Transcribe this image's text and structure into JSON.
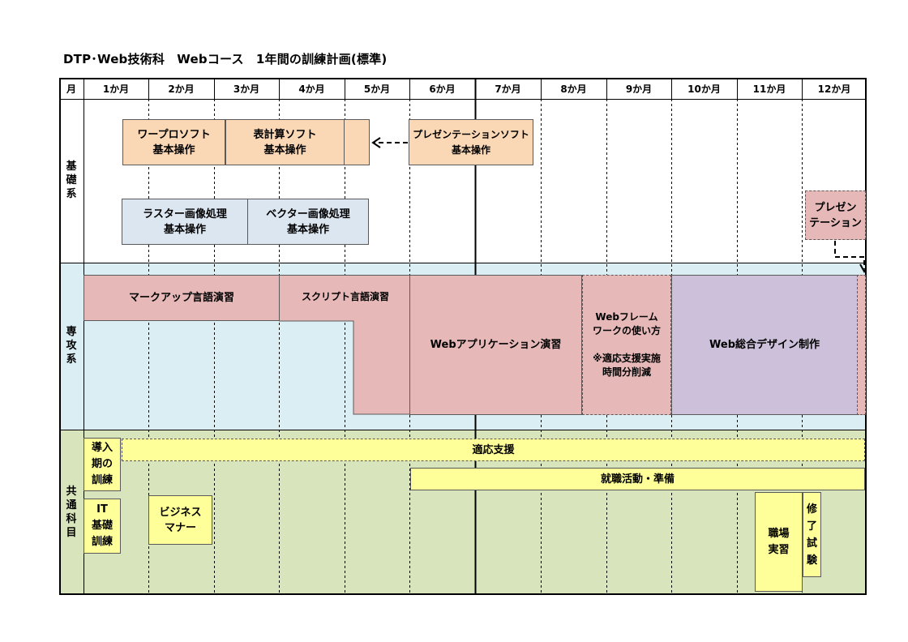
{
  "title": "DTP･Web技術科　Webコース　1年間の訓練計画(標準)",
  "header": {
    "corner": "月",
    "months": [
      "1か月",
      "2か月",
      "3か月",
      "4か月",
      "5か月",
      "6か月",
      "7か月",
      "8か月",
      "9か月",
      "10か月",
      "11か月",
      "12か月"
    ]
  },
  "sections": {
    "basic": "基礎系",
    "major": "専攻系",
    "common": "共通科目"
  },
  "blocks": {
    "word": "ワープロソフト\n基本操作",
    "sheet": "表計算ソフト\n基本操作",
    "pres_basic": "プレゼンテーションソフト\n基本操作",
    "raster": "ラスター画像処理\n基本操作",
    "vector": "ベクター画像処理\n基本操作",
    "pres_small": "プレゼン\nテーション",
    "markup": "マークアップ言語演習",
    "script": "スクリプト言語演習",
    "webapp": "Webアプリケーション演習",
    "framework": "Webフレーム\nワークの使い方\n\n※適応支援実施\n時間分削減",
    "sogo": "Web総合デザイン制作",
    "intro": "導入\n期の\n訓練",
    "adapt": "適応支援",
    "job": "就職活動・準備",
    "it": "IT\n基礎\n訓練",
    "manner": "ビジネス\nマナー",
    "intern": "職場\n実習",
    "exam": "修\n了\n試\n験"
  },
  "colors": {
    "orange": "#fad7b5",
    "blue": "#dce6f1",
    "pink": "#e6b8b8",
    "purple": "#ccc0da",
    "yellow": "#ffff99",
    "cyan_band": "#daeef3",
    "green_band": "#d8e4bc"
  }
}
